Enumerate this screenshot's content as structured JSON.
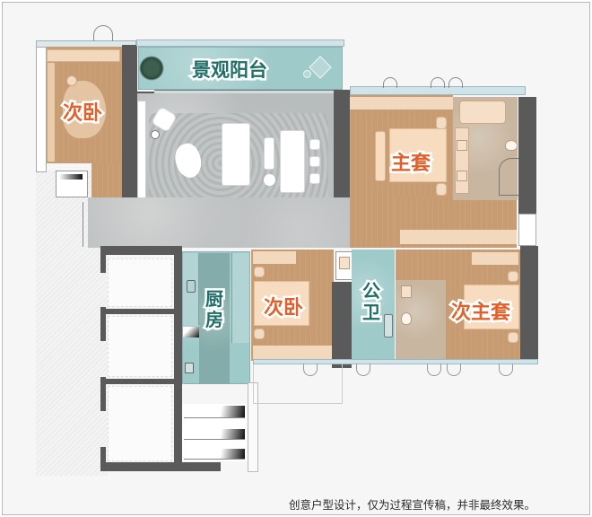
{
  "floorplan": {
    "rooms": [
      {
        "id": "secondary-bedroom-northwest",
        "label": "次卧",
        "color": "#e0612b"
      },
      {
        "id": "landscape-balcony",
        "label": "景观阳台",
        "color": "#1f6e68"
      },
      {
        "id": "master-suite",
        "label": "主套",
        "color": "#e0612b"
      },
      {
        "id": "kitchen",
        "label": "厨房",
        "color": "#1f6e68"
      },
      {
        "id": "secondary-bedroom-center",
        "label": "次卧",
        "color": "#e0612b"
      },
      {
        "id": "public-bathroom",
        "label": "公卫",
        "color": "#1f6e68"
      },
      {
        "id": "junior-master-suite",
        "label": "次主套",
        "color": "#e0612b"
      }
    ],
    "kitchen_label_lines": [
      "厨",
      "房"
    ],
    "bathroom_label_lines": [
      "公",
      "卫"
    ],
    "caption": "创意户型设计，仅为过程宣传稿，并非最终效果。",
    "colors": {
      "wall": "#5a5a5a",
      "wood_floor": "#c79c72",
      "living_marble": "#b9bcbc",
      "wet_area_teal": "#9fcaca",
      "label_orange": "#e0612b",
      "label_teal": "#1f6e68"
    }
  }
}
